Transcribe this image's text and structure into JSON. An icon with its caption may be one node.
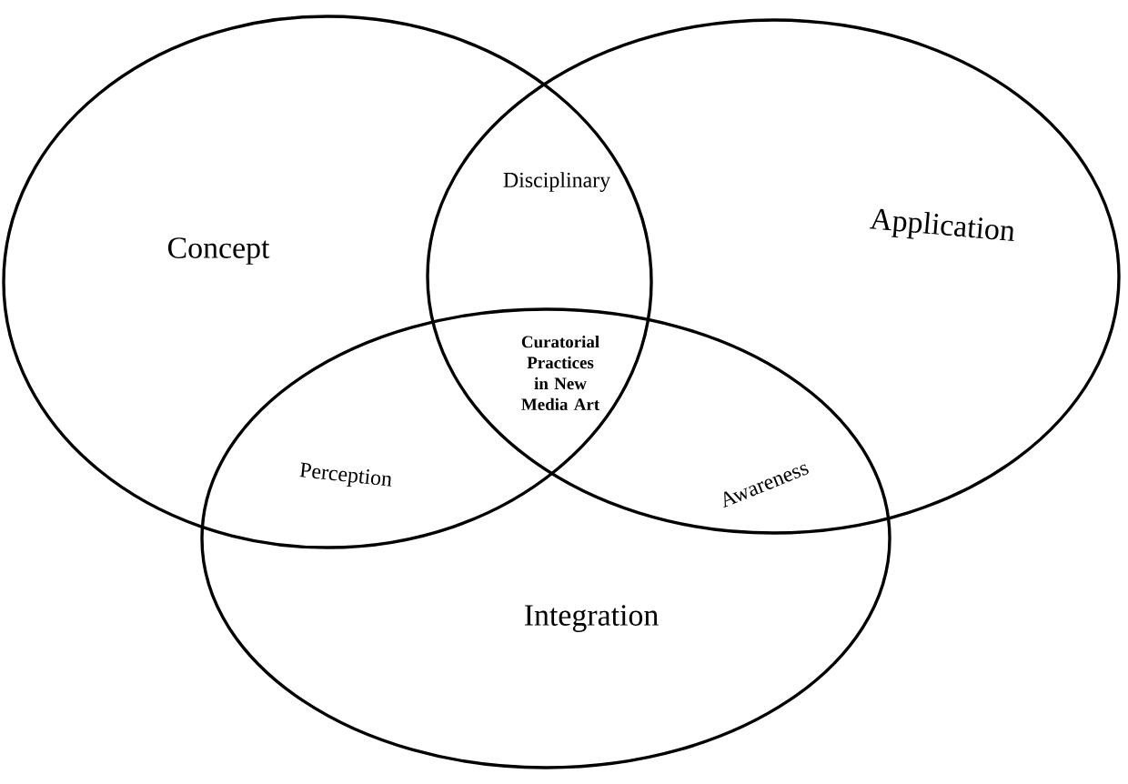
{
  "diagram": {
    "nodes": [
      {
        "text": [
          "Concept"
        ]
      },
      {
        "text": [
          "Application"
        ]
      },
      {
        "text": [
          "Integration"
        ]
      }
    ],
    "labels": [
      "Disciplinary",
      "Perception",
      "Awareness",
      "Curatorial Practices in New Media Art"
    ]
  }
}
